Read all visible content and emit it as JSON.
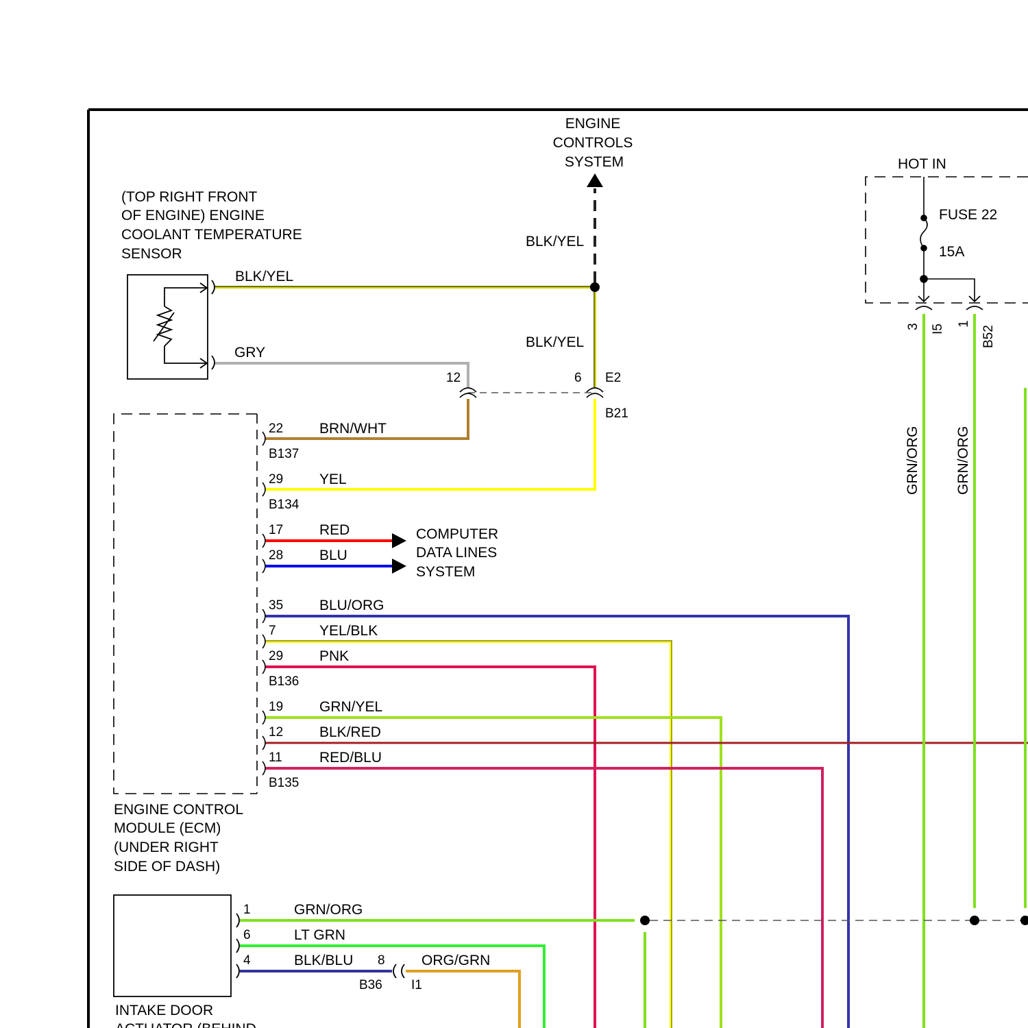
{
  "labels": {
    "engine_controls": [
      "ENGINE",
      "CONTROLS",
      "SYSTEM"
    ],
    "hot_in": "HOT IN",
    "fuse_name": "FUSE 22",
    "fuse_rating": "15A",
    "sensor": [
      "(TOP RIGHT FRONT",
      "OF ENGINE) ENGINE",
      "COOLANT TEMPERATURE",
      "SENSOR"
    ],
    "ecm": [
      "ENGINE CONTROL",
      "MODULE (ECM)",
      "(UNDER RIGHT",
      "SIDE OF DASH)"
    ],
    "computer_data": [
      "COMPUTER",
      "DATA LINES",
      "SYSTEM"
    ],
    "intake": [
      "INTAKE DOOR",
      "ACTUATOR (BEHIND"
    ]
  },
  "wires": {
    "sensor_blkyel": "BLK/YEL",
    "sensor_gry": "GRY",
    "ecs_blkyel_upper": "BLK/YEL",
    "ecs_blkyel_lower": "BLK/YEL",
    "brn_wht": "BRN/WHT",
    "yel": "YEL",
    "red": "RED",
    "blu": "BLU",
    "blu_org": "BLU/ORG",
    "yel_blk": "YEL/BLK",
    "pnk": "PNK",
    "grn_yel": "GRN/YEL",
    "blk_red": "BLK/RED",
    "red_blu": "RED/BLU",
    "grn_org_right1": "GRN/ORG",
    "grn_org_right2": "GRN/ORG",
    "intake_grn_org": "GRN/ORG",
    "intake_lt_grn": "LT GRN",
    "intake_blk_blu": "BLK/BLU",
    "org_grn": "ORG/GRN"
  },
  "pins": {
    "p12": "12",
    "p6": "6",
    "e2": "E2",
    "b21": "B21",
    "p22": "22",
    "b137": "B137",
    "p29a": "29",
    "b134": "B134",
    "p17": "17",
    "p28": "28",
    "p35": "35",
    "p7": "7",
    "p29b": "29",
    "b136": "B136",
    "p19": "19",
    "p12b": "12",
    "p11": "11",
    "b135": "B135",
    "p3": "3",
    "i5": "I5",
    "p1": "1",
    "b52": "B52",
    "ia1": "1",
    "ia6": "6",
    "ia4": "4",
    "p8": "8",
    "b36": "B36",
    "i1": "I1"
  },
  "colors": {
    "blk_yel": "#d8d800",
    "gry": "#b0b0b0",
    "brn_wht": "#b08030",
    "yel": "#ffff00",
    "red": "#ff0000",
    "blu": "#0000ee",
    "blu_org": "#3333aa",
    "pnk": "#e01050",
    "grn": "#80e020",
    "lt_grn": "#33ee33",
    "blk_red": "#a02020",
    "red_blu": "#d02060",
    "blk_blu": "#333399",
    "org_grn": "#e0a020"
  }
}
